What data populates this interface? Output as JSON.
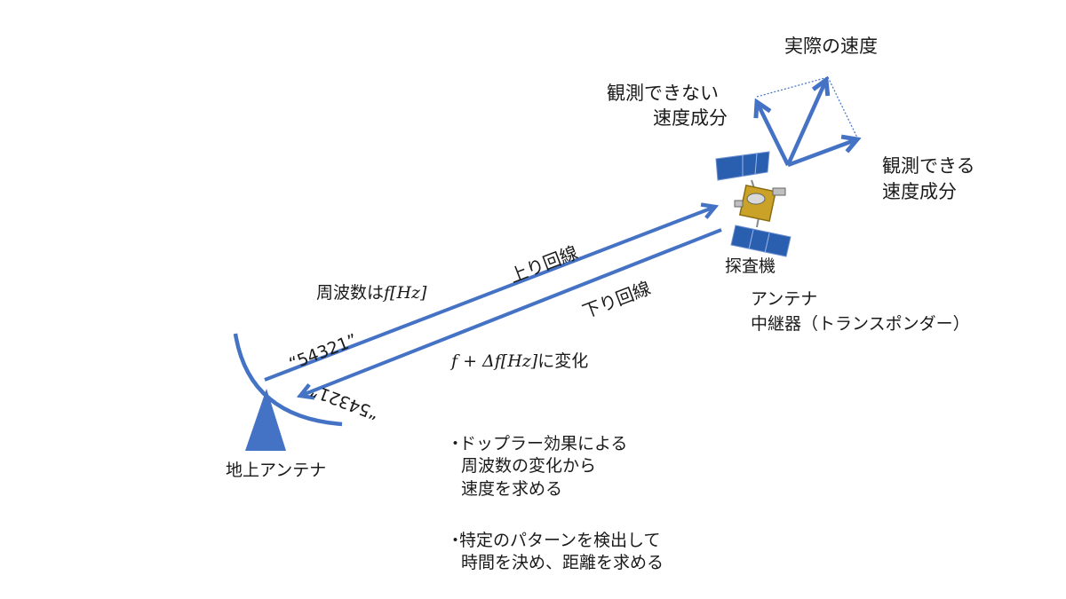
{
  "colors": {
    "arrow": "#4472c4",
    "text": "#1a1a1a",
    "panel": "#2a5fb0"
  },
  "labels": {
    "actual_velocity": "実際の速度",
    "unobservable_line1": "観測できない",
    "unobservable_line2": "速度成分",
    "observable_line1": "観測できる",
    "observable_line2": "速度成分",
    "probe": "探査機",
    "transponder_line1": "アンテナ",
    "transponder_line2": "中継器（トランスポンダー）",
    "uplink": "上り回線",
    "downlink": "下り回線",
    "frequency_prefix": "周波数は",
    "frequency_formula": "f[Hz]",
    "signal_up": "“54321”",
    "signal_down": "“54321”",
    "shifted_formula": "f + Δf[Hz]",
    "shifted_suffix": "に変化",
    "ground_antenna": "地上アンテナ"
  },
  "bullets": [
    {
      "marker": "・",
      "lines": [
        "ドップラー効果による",
        "周波数の変化から",
        "速度を求める"
      ]
    },
    {
      "marker": "・",
      "lines": [
        "特定のパターンを検出して",
        "時間を決め、距離を求める"
      ]
    }
  ],
  "icons": {
    "ground_antenna": "dish-antenna-icon",
    "probe": "spacecraft-icon"
  }
}
